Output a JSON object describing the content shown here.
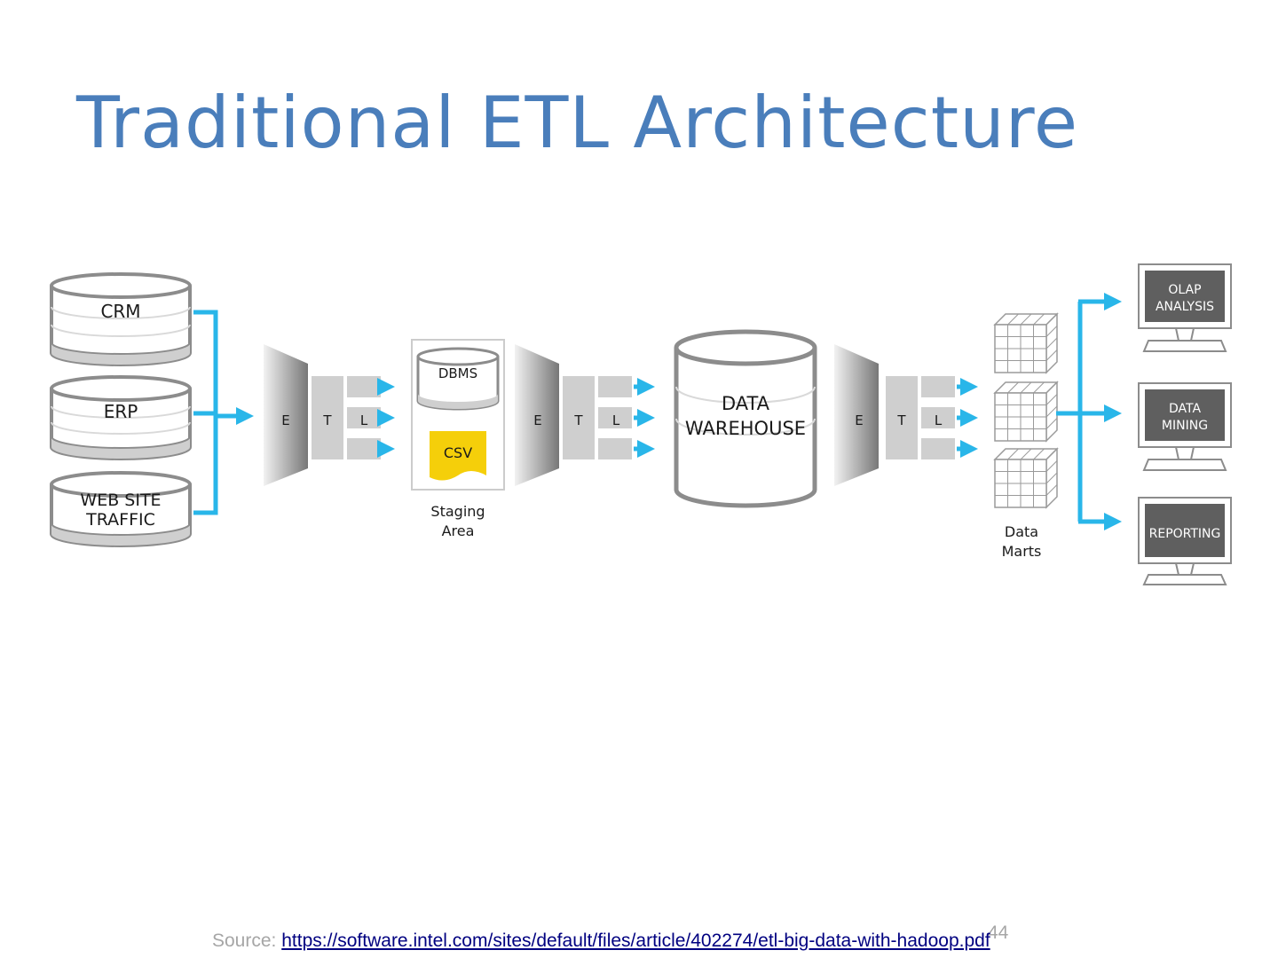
{
  "slide": {
    "title": "Traditional ETL Architecture",
    "page_number": "44"
  },
  "diagram": {
    "sources": [
      "CRM",
      "ERP",
      "WEB SITE",
      "TRAFFIC"
    ],
    "etl_letters": [
      "E",
      "T",
      "L"
    ],
    "staging": {
      "dbms": "DBMS",
      "csv": "CSV",
      "label_line1": "Staging",
      "label_line2": "Area"
    },
    "warehouse": {
      "line1": "DATA",
      "line2": "WAREHOUSE"
    },
    "data_marts": {
      "line1": "Data",
      "line2": "Marts"
    },
    "outputs": {
      "olap_line1": "OLAP",
      "olap_line2": "ANALYSIS",
      "mining_line1": "DATA",
      "mining_line2": "MINING",
      "reporting": "REPORTING"
    },
    "colors": {
      "arrow": "#29b6e9",
      "csv": "#f5cf0a",
      "gray": "#cfcfcf",
      "dark": "#5f5f5f"
    }
  },
  "footer": {
    "source_label": "Source: ",
    "source_url": "https://software.intel.com/sites/default/files/article/402274/etl-big-data-with-hadoop.pdf"
  }
}
